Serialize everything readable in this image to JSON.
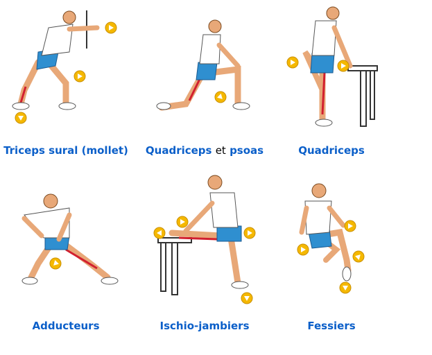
{
  "stretches": [
    {
      "label": "Triceps sural (mollet)"
    },
    {
      "label_part1": "Quadriceps",
      "connector": "et",
      "label_part2": "psoas"
    },
    {
      "label": "Quadriceps"
    },
    {
      "label": "Adducteurs"
    },
    {
      "label": "Ischio-jambiers"
    },
    {
      "label": "Fessiers"
    }
  ],
  "colors": {
    "link": "#0b5fc9",
    "skin": "#e8a878",
    "shorts": "#2f8fd0",
    "arrow": "#f5b800",
    "muscle": "#d2202f"
  }
}
